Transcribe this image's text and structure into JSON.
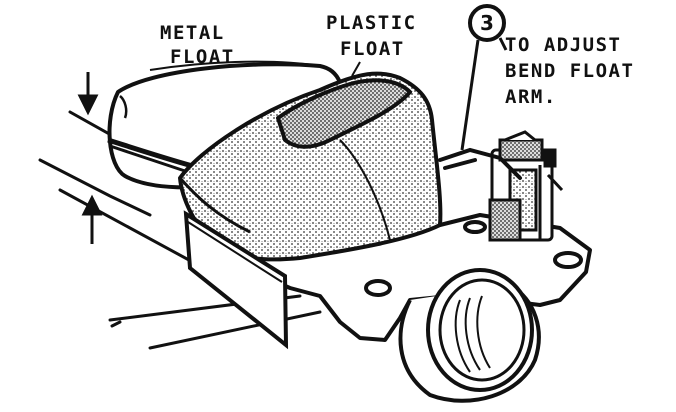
{
  "labels": {
    "metal_float": [
      "METAL",
      "FLOAT"
    ],
    "plastic_float": [
      "PLASTIC",
      "FLOAT"
    ],
    "adjust_note": [
      "TO ADJUST",
      "BEND FLOAT",
      "ARM."
    ],
    "callout": "3"
  },
  "colors": {
    "ink": "#111111",
    "paper": "#ffffff",
    "shade": "#555555"
  }
}
